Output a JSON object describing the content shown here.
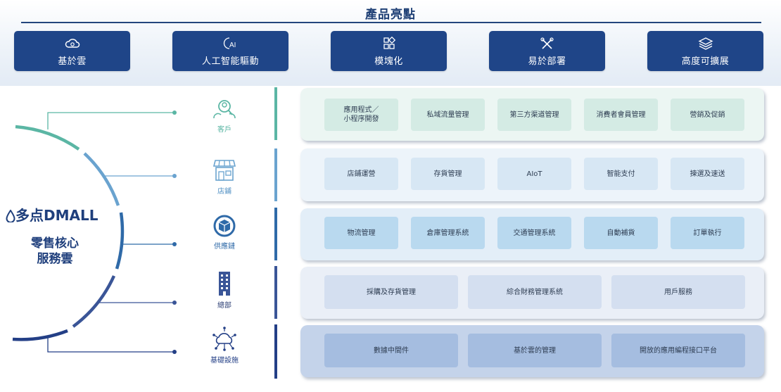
{
  "title": "產品亮點",
  "features": [
    {
      "label": "基於雲",
      "icon": "cloud-icon"
    },
    {
      "label": "人工智能驅動",
      "icon": "ai-icon"
    },
    {
      "label": "模塊化",
      "icon": "modules-icon"
    },
    {
      "label": "易於部署",
      "icon": "tools-icon"
    },
    {
      "label": "高度可擴展",
      "icon": "layers-icon"
    }
  ],
  "core": {
    "logo_text": "多点DMALL",
    "title_line1": "零售核心",
    "title_line2": "服務雲"
  },
  "categories": [
    {
      "label": "客戶",
      "icon": "customers-icon"
    },
    {
      "label": "店鋪",
      "icon": "store-icon"
    },
    {
      "label": "供應鏈",
      "icon": "supply-chain-icon"
    },
    {
      "label": "總部",
      "icon": "headquarters-icon"
    },
    {
      "label": "基礎設施",
      "icon": "infrastructure-icon"
    }
  ],
  "rows": [
    {
      "items": [
        "應用程式／\n小程序開發",
        "私域流量管理",
        "第三方渠道管理",
        "消費者會員管理",
        "營銷及促銷"
      ]
    },
    {
      "items": [
        "店鋪運營",
        "存貨管理",
        "AIoT",
        "智能支付",
        "揀選及速送"
      ]
    },
    {
      "items": [
        "物流管理",
        "倉庫管理系統",
        "交通管理系統",
        "自動補貨",
        "訂單執行"
      ]
    },
    {
      "items": [
        "採購及存貨管理",
        "綜合財務管理系統",
        "用戶服務"
      ]
    },
    {
      "items": [
        "數據中間件",
        "基於雲的管理",
        "開放的應用編程接口平台"
      ]
    }
  ],
  "colors": {
    "navy": "#1f4588",
    "teal": "#5bb6a4",
    "light_blue": "#6aa3cf",
    "blue": "#2f6aa8",
    "dark_blue": "#3a5597",
    "deep_blue": "#233f86"
  }
}
